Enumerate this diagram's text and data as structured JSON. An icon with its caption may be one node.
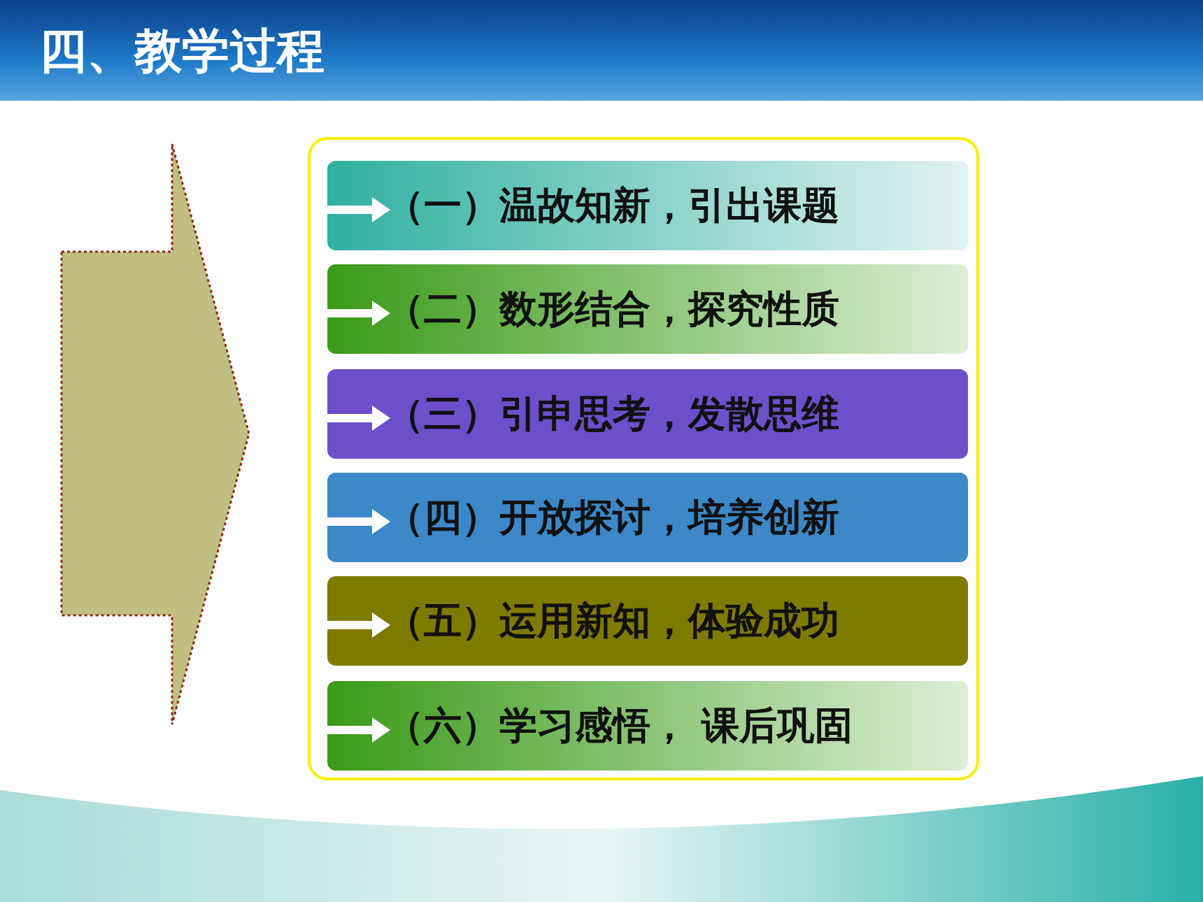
{
  "diagram": {
    "title": "四、教学过程",
    "nodes": [
      {
        "text": [],
        "shape": "box"
      },
      {
        "text": [
          "（一）温故知新，引出课题"
        ],
        "in": 0
      },
      {
        "text": [
          "（二）数形结合，探究性质"
        ],
        "in": 0
      },
      {
        "text": [
          "（三）引申思考，发散思维"
        ],
        "in": 0
      },
      {
        "text": [
          "（四）开放探讨，培养创新"
        ],
        "in": 0
      },
      {
        "text": [
          "（五）运用新知，体验成功"
        ],
        "in": 0
      },
      {
        "text": [
          "（六）学习感悟， 课后巩固"
        ],
        "in": 0
      }
    ],
    "edges": []
  }
}
